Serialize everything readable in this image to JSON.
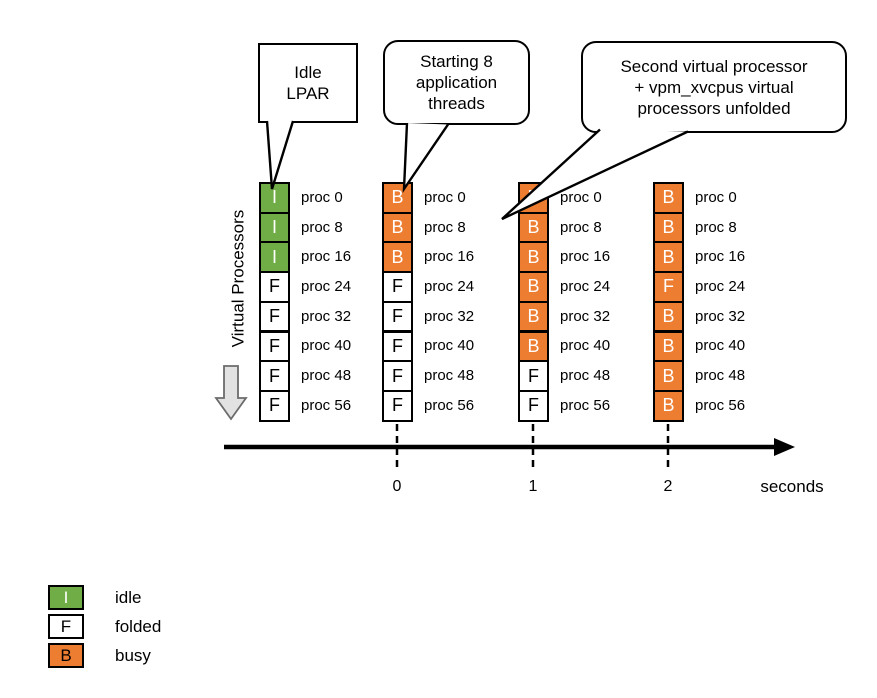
{
  "callouts": [
    {
      "text": "Idle\nLPAR"
    },
    {
      "text": "Starting 8\napplication\nthreads"
    },
    {
      "text": "Second virtual processor\n+ vpm_xvcpus virtual\nprocessors unfolded"
    }
  ],
  "y_axis_label": "Virtual Processors",
  "proc_labels": [
    "proc 0",
    "proc 8",
    "proc 16",
    "proc 24",
    "proc 32",
    "proc 40",
    "proc 48",
    "proc 56"
  ],
  "columns": [
    {
      "cells": [
        {
          "letter": "I",
          "state": "idle"
        },
        {
          "letter": "I",
          "state": "idle"
        },
        {
          "letter": "I",
          "state": "idle"
        },
        {
          "letter": "F",
          "state": "folded"
        },
        {
          "letter": "F",
          "state": "folded"
        },
        {
          "letter": "F",
          "state": "folded"
        },
        {
          "letter": "F",
          "state": "folded"
        },
        {
          "letter": "F",
          "state": "folded"
        }
      ]
    },
    {
      "cells": [
        {
          "letter": "B",
          "state": "busy"
        },
        {
          "letter": "B",
          "state": "busy"
        },
        {
          "letter": "B",
          "state": "busy"
        },
        {
          "letter": "F",
          "state": "folded"
        },
        {
          "letter": "F",
          "state": "folded"
        },
        {
          "letter": "F",
          "state": "folded"
        },
        {
          "letter": "F",
          "state": "folded"
        },
        {
          "letter": "F",
          "state": "folded"
        }
      ]
    },
    {
      "cells": [
        {
          "letter": "B",
          "state": "busy"
        },
        {
          "letter": "B",
          "state": "busy"
        },
        {
          "letter": "B",
          "state": "busy"
        },
        {
          "letter": "B",
          "state": "busy"
        },
        {
          "letter": "B",
          "state": "busy"
        },
        {
          "letter": "B",
          "state": "busy"
        },
        {
          "letter": "F",
          "state": "folded"
        },
        {
          "letter": "F",
          "state": "folded"
        }
      ]
    },
    {
      "cells": [
        {
          "letter": "B",
          "state": "busy"
        },
        {
          "letter": "B",
          "state": "busy"
        },
        {
          "letter": "B",
          "state": "busy"
        },
        {
          "letter": "F",
          "state": "busy"
        },
        {
          "letter": "B",
          "state": "busy"
        },
        {
          "letter": "B",
          "state": "busy"
        },
        {
          "letter": "B",
          "state": "busy"
        },
        {
          "letter": "B",
          "state": "busy"
        }
      ]
    }
  ],
  "timeline": {
    "tick_labels": [
      "0",
      "1",
      "2"
    ],
    "unit": "seconds"
  },
  "legend": {
    "items": [
      {
        "symbol": "I",
        "label": "idle",
        "bg": "#70AD47",
        "fg": "#FFFFFF"
      },
      {
        "symbol": "F",
        "label": "folded",
        "bg": "#FFFFFF",
        "fg": "#000000"
      },
      {
        "symbol": "B",
        "label": "busy",
        "bg": "#ED7D31",
        "fg": "#000000"
      }
    ]
  },
  "colors": {
    "idle": "#70AD47",
    "busy": "#ED7D31",
    "folded": "#FFFFFF",
    "border": "#000000"
  }
}
